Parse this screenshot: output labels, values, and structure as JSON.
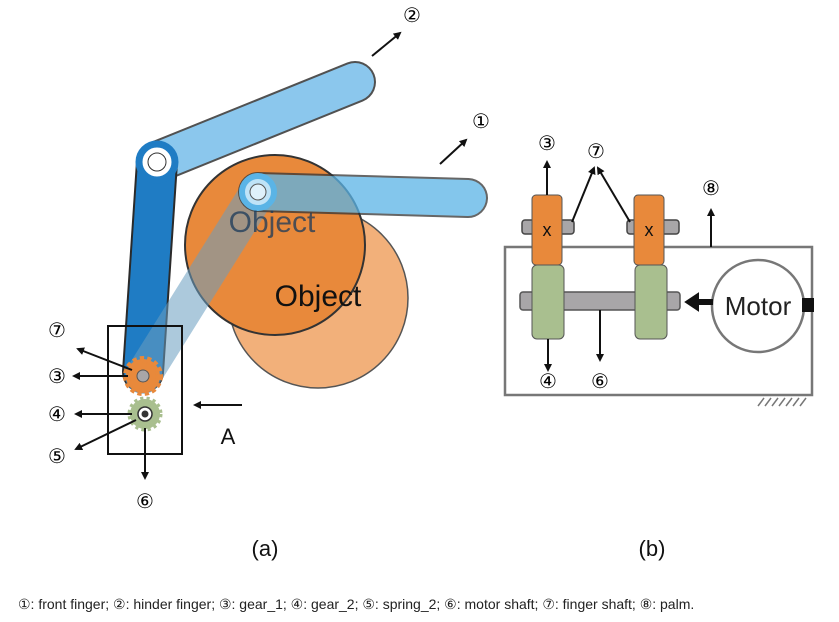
{
  "panel_a": {
    "object_label_top": "Object",
    "object_label_bottom": "Object",
    "arrow_a_label": "A",
    "panel_label": "(a)",
    "markers": {
      "m1": "①",
      "m2": "②",
      "m3": "③",
      "m4": "④",
      "m5": "⑤",
      "m6": "⑥",
      "m7": "⑦"
    }
  },
  "panel_b": {
    "motor_label": "Motor",
    "gear_marks": [
      "x",
      "x"
    ],
    "panel_label": "(b)",
    "markers": {
      "m3": "③",
      "m7": "⑦",
      "m8": "⑧",
      "m4": "④",
      "m6": "⑥"
    }
  },
  "caption": "①: front finger; ②: hinder finger; ③: gear_1; ④: gear_2; ⑤: spring_2; ⑥: motor shaft; ⑦: finger shaft; ⑧: palm.",
  "colors": {
    "front_finger": "#5ab4e6",
    "hinder_finger": "#1f7cc4",
    "object_dark": "#e8893b",
    "object_light": "#f2b07a",
    "gear_orange": "#e8893b",
    "gear_green": "#a9bf8f",
    "shaft_gray": "#a8a6a8"
  }
}
